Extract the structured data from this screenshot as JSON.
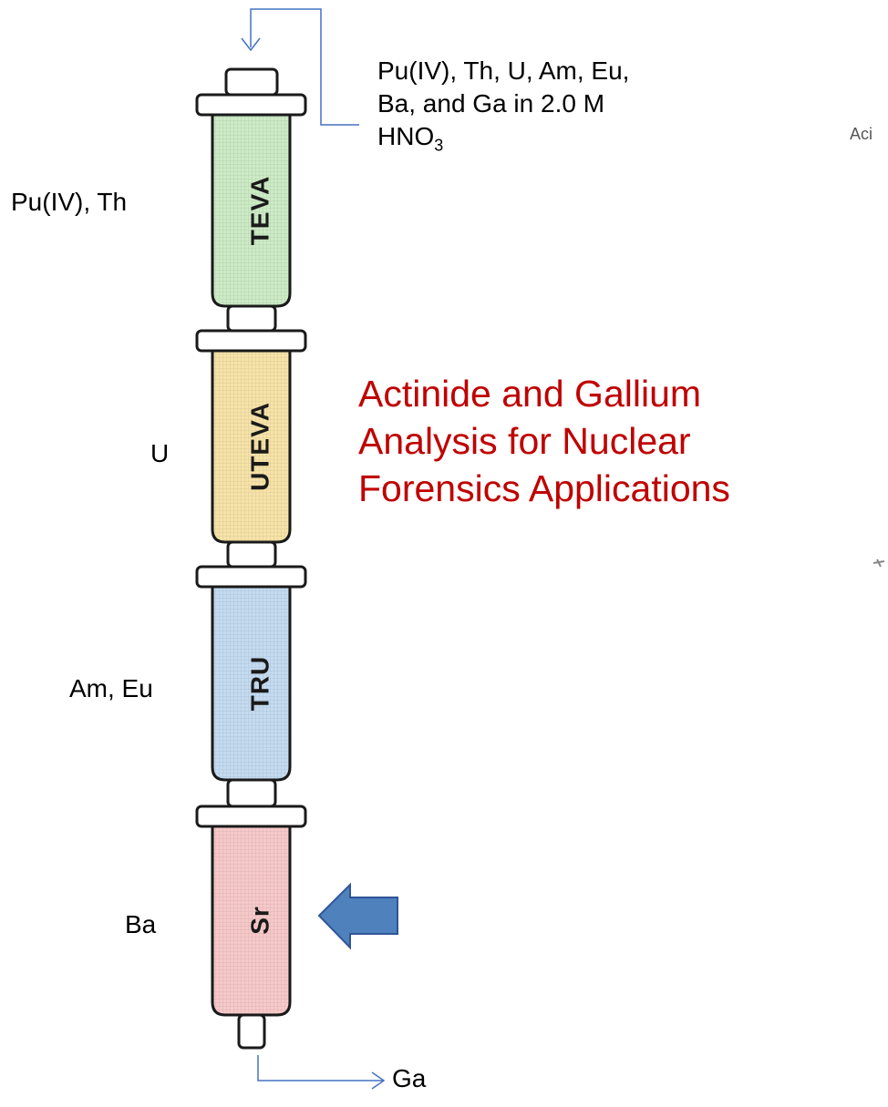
{
  "feed": {
    "line1": "Pu(IV), Th, U, Am, Eu,",
    "line2": "Ba, and Ga in 2.0 M",
    "line3_main": "HNO",
    "line3_sub": "3"
  },
  "title": {
    "line1": "Actinide and Gallium",
    "line2": "Analysis for Nuclear",
    "line3": "Forensics Applications",
    "color": "#c00000"
  },
  "columns": [
    {
      "name": "TEVA",
      "retained": "Pu(IV), Th",
      "fill": "#cdebc6"
    },
    {
      "name": "UTEVA",
      "retained": "U",
      "fill": "#f7e3a8"
    },
    {
      "name": "TRU",
      "retained": "Am, Eu",
      "fill": "#c4dbf1"
    },
    {
      "name": "Sr",
      "retained": "Ba",
      "fill": "#f7c9c9"
    }
  ],
  "eluate": "Ga",
  "clipped_text": "Aci",
  "colors": {
    "flow_line": "#4472c4",
    "arrow": "#4f81bd",
    "outline": "#1a1a1a"
  }
}
